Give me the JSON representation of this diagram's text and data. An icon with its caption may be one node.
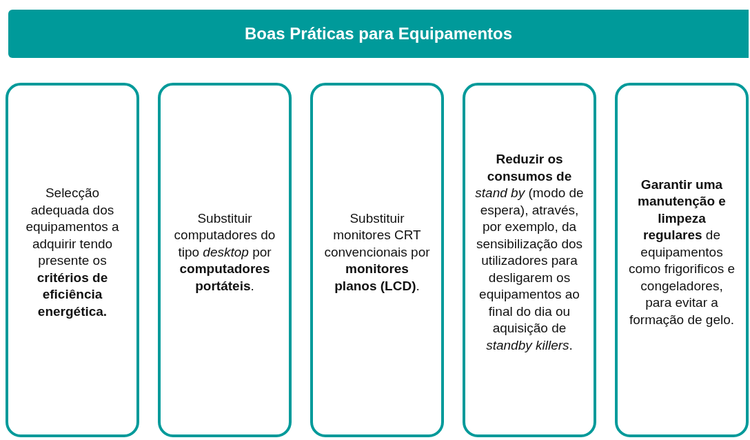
{
  "diagram": {
    "title": "Boas Práticas para Equipamentos",
    "nodes": [
      {
        "text": [
          "Selecção adequada dos equipamentos a adquirir tendo presente os **critérios de eficiência energética.**"
        ]
      },
      {
        "text": [
          "Substituir computadores do tipo *desktop* por **computadores portáteis**."
        ]
      },
      {
        "text": [
          "Substituir monitores CRT convencionais por **monitores planos (LCD)**."
        ]
      },
      {
        "text": [
          "**Reduzir os consumos de** *stand by* (modo de espera), através, por exemplo, da sensibilização dos utilizadores para desligarem os equipamentos ao final do dia ou aquisição de *standby killers*."
        ]
      },
      {
        "text": [
          "**Garantir uma manutenção e limpeza regulares** de equipamentos como frigorificos e congeladores, para evitar a formação de gelo."
        ]
      }
    ]
  }
}
